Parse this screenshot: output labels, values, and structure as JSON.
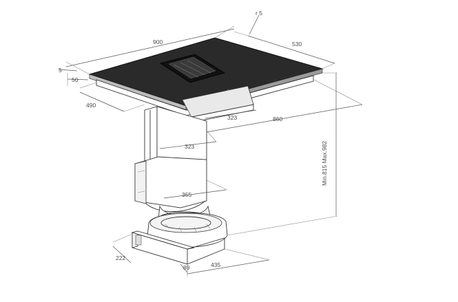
{
  "drawing": {
    "dimensions": {
      "width": "900",
      "depth": "530",
      "radius": "r 5",
      "glass_thickness": "5",
      "side_height": "50",
      "cutout_depth": "490",
      "cutout_width": "860",
      "duct_width_upper": "323",
      "duct_width_lower": "323",
      "flange_width": "355",
      "fan_width": "435",
      "outlet_height": "222",
      "outlet_offset": "89",
      "height_range": "Min.815 Max.982"
    }
  }
}
